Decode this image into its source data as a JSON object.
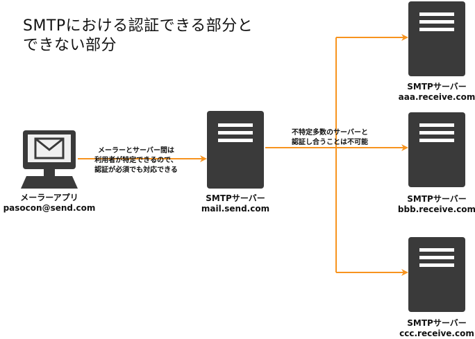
{
  "title": {
    "line1": "SMTPにおける認証できる部分と",
    "line2": "できない部分"
  },
  "mailer": {
    "name": "メーラーアプリ",
    "address": "pasocon@send.com"
  },
  "sender_server": {
    "name": "SMTPサーバー",
    "host": "mail.send.com"
  },
  "receivers": [
    {
      "name": "SMTPサーバー",
      "host": "aaa.receive.com"
    },
    {
      "name": "SMTPサーバー",
      "host": "bbb.receive.com"
    },
    {
      "name": "SMTPサーバー",
      "host": "ccc.receive.com"
    }
  ],
  "notes": {
    "left": [
      "メーラーとサーバー間は",
      "利用者が特定できるので、",
      "認証が必須でも対応できる"
    ],
    "right": [
      "不特定多数のサーバーと",
      "認証し合うことは不可能"
    ]
  },
  "colors": {
    "arrow": "#F7931E",
    "server": "#3A3A3A",
    "server_slot": "#FFFFFF",
    "monitor_screen": "#F0F0F0",
    "envelope": "#3A3A3A"
  }
}
